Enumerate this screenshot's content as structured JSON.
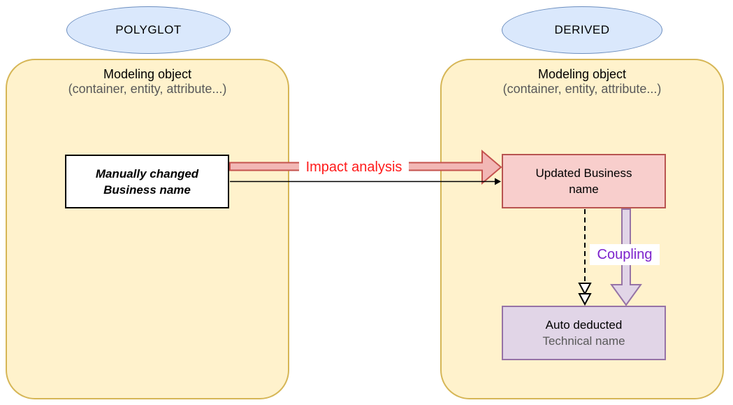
{
  "colors": {
    "group_fill": "#fff2cc",
    "group_border": "#d6b656",
    "ellipse_fill": "#dae8fc",
    "ellipse_border": "#6c8ebf",
    "pink_fill": "#f8cecc",
    "pink_border": "#b85450",
    "purple_fill": "#e1d5e7",
    "purple_border": "#9673a6",
    "impact_arrow_fill": "#f2b7b5",
    "impact_arrow_stroke": "#c4534e",
    "impact_label_color": "#ff1a1a",
    "coupling_label_color": "#7d22cc",
    "white_box_border": "#000000",
    "muted_text": "#595959"
  },
  "left_group": {
    "badge": "POLYGLOT",
    "title": "Modeling object",
    "subtitle": "(container, entity, attribute...)",
    "node": {
      "line1": "Manually changed",
      "line2": "Business name"
    }
  },
  "right_group": {
    "badge": "DERIVED",
    "title": "Modeling object",
    "subtitle": "(container, entity, attribute...)",
    "business_node": {
      "line1": "Updated Business",
      "line2": "name"
    },
    "technical_node": {
      "line1": "Auto deducted",
      "line2": "Technical name"
    }
  },
  "edges": {
    "impact_label": "Impact analysis",
    "coupling_label": "Coupling"
  }
}
